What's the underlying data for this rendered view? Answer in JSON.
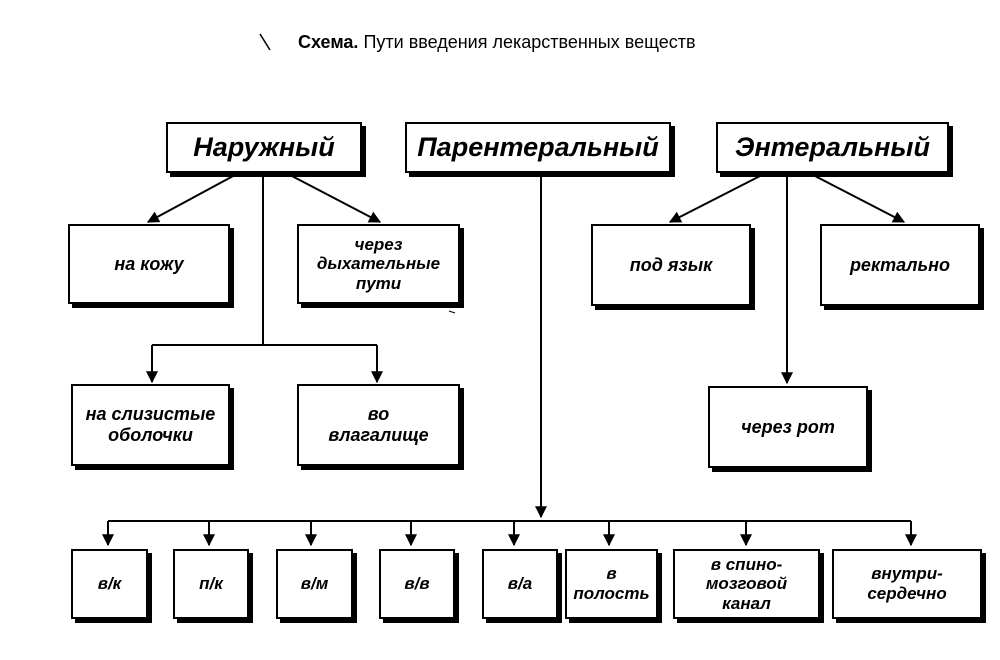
{
  "title": {
    "bold": "Схема.",
    "rest": "Пути введения лекарственных веществ"
  },
  "categories": {
    "external": "Наружный",
    "parenteral": "Парентеральный",
    "enteral": "Энтеральный"
  },
  "external_children": {
    "skin": "на кожу",
    "respiratory": "через дыхательные пути",
    "mucous": "на слизистые оболочки",
    "vaginal": "во влагалище"
  },
  "enteral_children": {
    "sublingual": "под язык",
    "rectal": "ректально",
    "oral": "через рот"
  },
  "parenteral_children": {
    "vk": "в/к",
    "pk": "п/к",
    "vm": "в/м",
    "vv": "в/в",
    "va": "в/а",
    "cavity": "в полость",
    "spinal": "в спино-мозговой канал",
    "intracardiac": "внутри-сердечно"
  }
}
